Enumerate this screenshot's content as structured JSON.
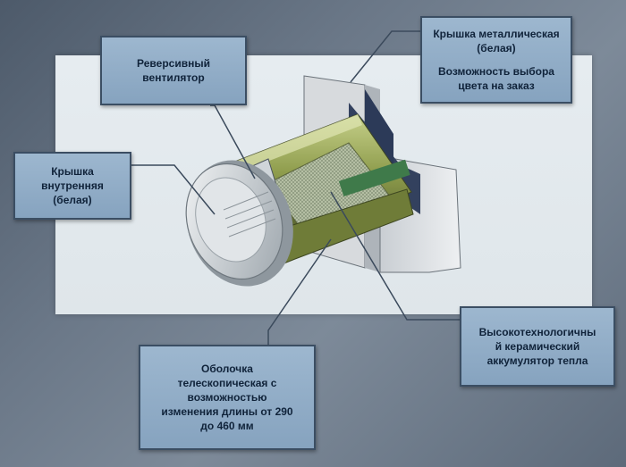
{
  "labels": {
    "fan": [
      "Реверсивный",
      "вентилятор"
    ],
    "metal_cover": [
      "Крышка металлическая",
      "(белая)",
      "Возможность выбора",
      "цвета на заказ"
    ],
    "inner_cover": [
      "Крышка",
      "внутренняя",
      "(белая)"
    ],
    "ceramic": [
      "Высокотехнологичны",
      "й керамический",
      "аккумулятор тепла"
    ],
    "shell": [
      "Оболочка",
      "телескопическая с",
      "возможностью",
      "изменения длины от 290",
      "до 460 мм"
    ]
  },
  "colors": {
    "label_fill": "#8faac4",
    "label_border": "#3b4e63",
    "tube": "#8a9a4a",
    "leader": "#3b4a5c"
  }
}
